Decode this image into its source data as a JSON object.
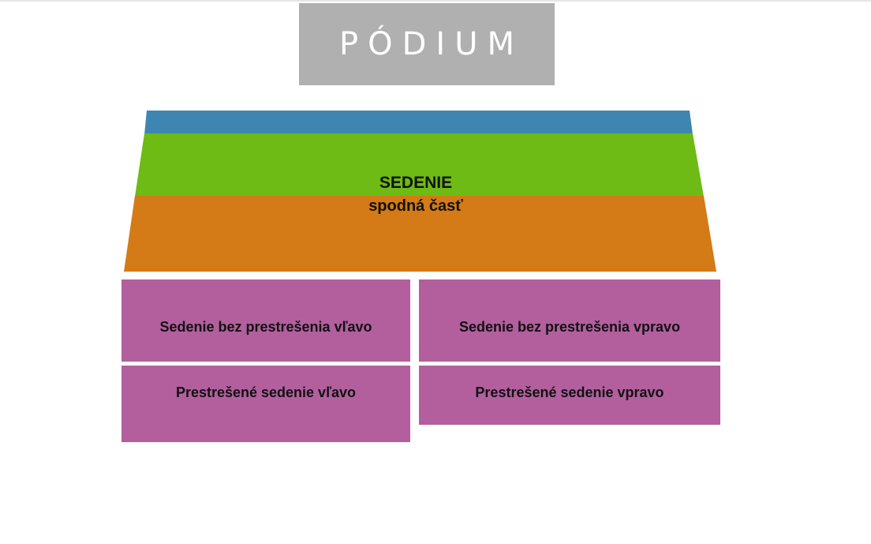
{
  "podium": {
    "label": "PÓDIUM",
    "color": "#b0b0b0"
  },
  "seating_main": {
    "title": "SEDENIE",
    "subtitle": "spodná časť",
    "bands": [
      {
        "color": "#3e86b1"
      },
      {
        "color": "#6dbb14"
      },
      {
        "color": "#d47a16"
      }
    ]
  },
  "sections": {
    "left_open": "Sedenie bez prestrešenia vľavo",
    "right_open": "Sedenie bez prestrešenia vpravo",
    "left_roofed": "Prestrešené sedenie vľavo",
    "right_roofed": "Prestrešené sedenie vpravo",
    "color": "#b35f9e"
  }
}
